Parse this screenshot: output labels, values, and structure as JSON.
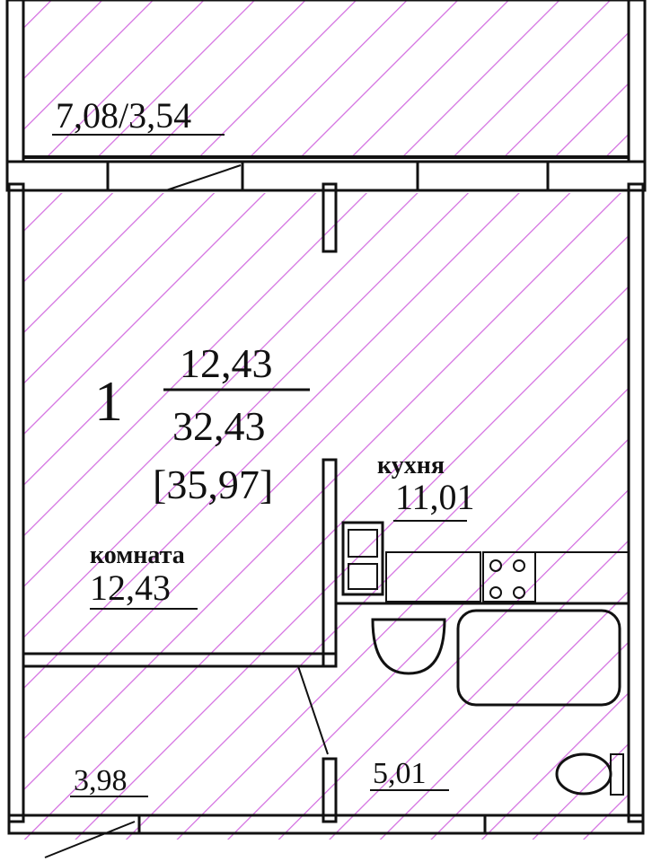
{
  "plan": {
    "balcony_area": "7,08/3,54",
    "room_count": "1",
    "living_area": "12,43",
    "total_area": "32,43",
    "total_area_with_balcony": "[35,97]",
    "room_label": "комната",
    "room_area": "12,43",
    "kitchen_label": "кухня",
    "kitchen_area": "11,01",
    "hall_area": "3,98",
    "bathroom_area": "5,01"
  },
  "colors": {
    "hatch": "#d36ee0",
    "walls": "#111111"
  }
}
